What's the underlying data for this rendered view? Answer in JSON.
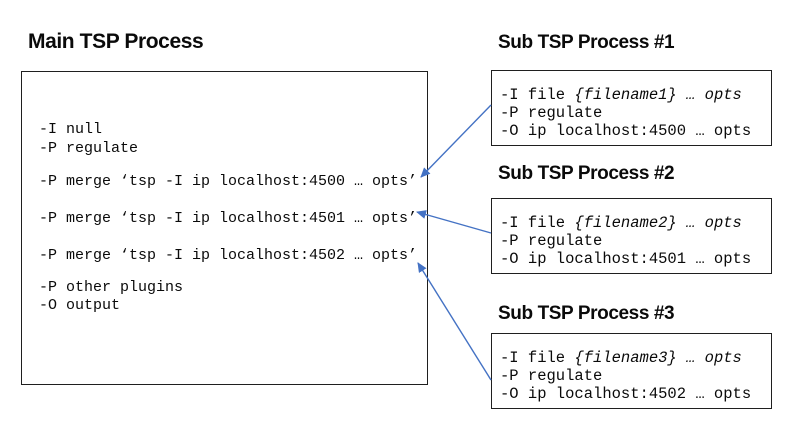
{
  "colors": {
    "arrow": "#4472C4",
    "border": "#1f1f1f",
    "text": "#0a0a0a",
    "background": "#ffffff"
  },
  "main": {
    "title": "Main TSP Process",
    "lines": [
      "-I null",
      "-P regulate",
      "-P merge ‘tsp -I ip localhost:4500 … opts’",
      "-P merge ‘tsp -I ip localhost:4501 … opts’",
      "-P merge ‘tsp -I ip localhost:4502 … opts’",
      "-P other plugins",
      "-O output"
    ]
  },
  "subs": [
    {
      "title": "Sub TSP Process #1",
      "input_prefix": "-I file ",
      "input_italic": "{filename1} … opts",
      "plugin_line": "-P regulate",
      "output_line": "-O ip localhost:4500 … opts"
    },
    {
      "title": "Sub TSP Process #2",
      "input_prefix": "-I file ",
      "input_italic": "{filename2} … opts",
      "plugin_line": "-P regulate",
      "output_line": "-O ip localhost:4501 … opts"
    },
    {
      "title": "Sub TSP Process #3",
      "input_prefix": "-I file ",
      "input_italic": "{filename3} … opts",
      "plugin_line": "-P regulate",
      "output_line": "-O ip localhost:4502 … opts"
    }
  ]
}
